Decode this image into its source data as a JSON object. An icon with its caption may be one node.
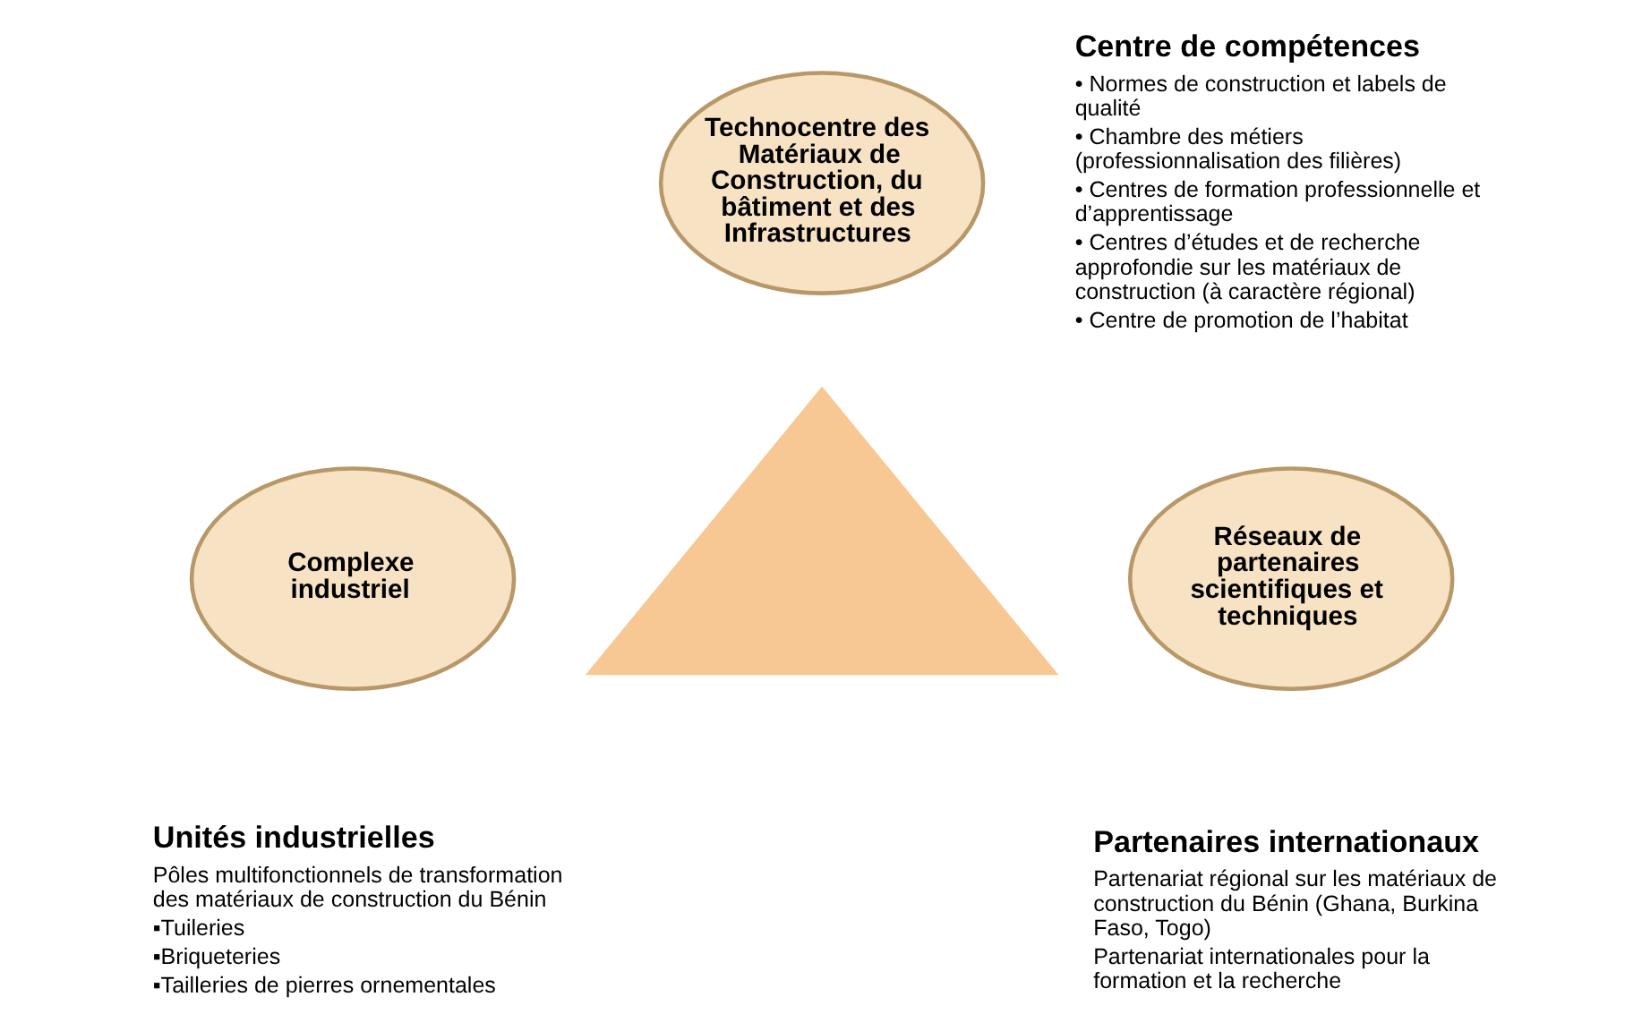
{
  "diagram": {
    "nodes": [
      {
        "text": [
          "Technocentre des Matériaux de Construction, du bâtiment et des Infrastructures"
        ],
        "beside": [
          "Centre de compétences",
          "• Normes de construction et labels de qualité",
          "• Chambre des métiers (professionnalisation des filières)",
          "• Centres de formation professionnelle et d’apprentissage",
          "• Centres d’études et de recherche approfondie sur les matériaux de construction (à caractère régional)",
          "• Centre de promotion de l’habitat"
        ]
      },
      {
        "text": [
          "Complexe industriel"
        ],
        "beside": [
          "Unités industrielles",
          "Pôles multifonctionnels de transformation des matériaux de construction du Bénin",
          "▪Tuileries",
          "▪Briqueteries",
          "▪Tailleries de pierres ornementales"
        ]
      },
      {
        "text": [
          "Réseaux de partenaires scientifiques et techniques"
        ],
        "beside": [
          "Partenaires internationaux",
          "Partenariat régional sur les matériaux de construction du Bénin (Ghana, Burkina Faso, Togo)",
          "Partenariat internationales pour la formation et la recherche"
        ]
      },
      {
        "text": [],
        "shape": "triangle"
      }
    ],
    "edges": []
  }
}
